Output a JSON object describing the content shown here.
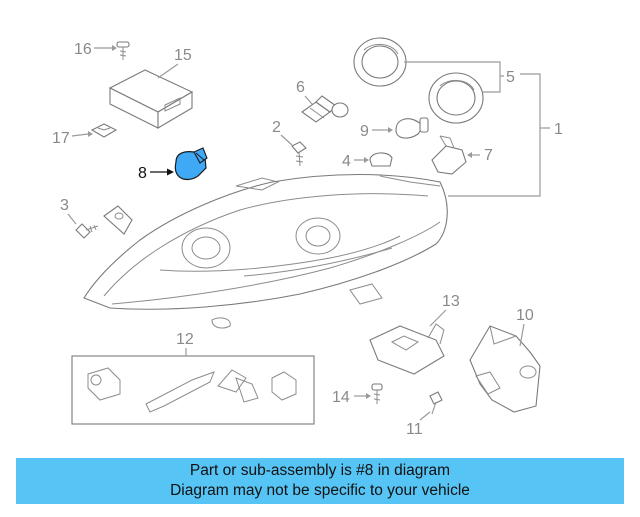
{
  "labels": {
    "p1": "1",
    "p2": "2",
    "p3": "3",
    "p4": "4",
    "p5": "5",
    "p6": "6",
    "p7": "7",
    "p8": "8",
    "p9": "9",
    "p10": "10",
    "p11": "11",
    "p12": "12",
    "p13": "13",
    "p14": "14",
    "p15": "15",
    "p16": "16",
    "p17": "17"
  },
  "highlight_part": "8",
  "colors": {
    "highlight": "#3fa9f5",
    "banner": "#56c4f4",
    "linework": "#8a8a8a"
  },
  "banner": {
    "line1": "Part or sub-assembly is #8 in diagram",
    "line2": "Diagram may not be specific to your vehicle"
  }
}
